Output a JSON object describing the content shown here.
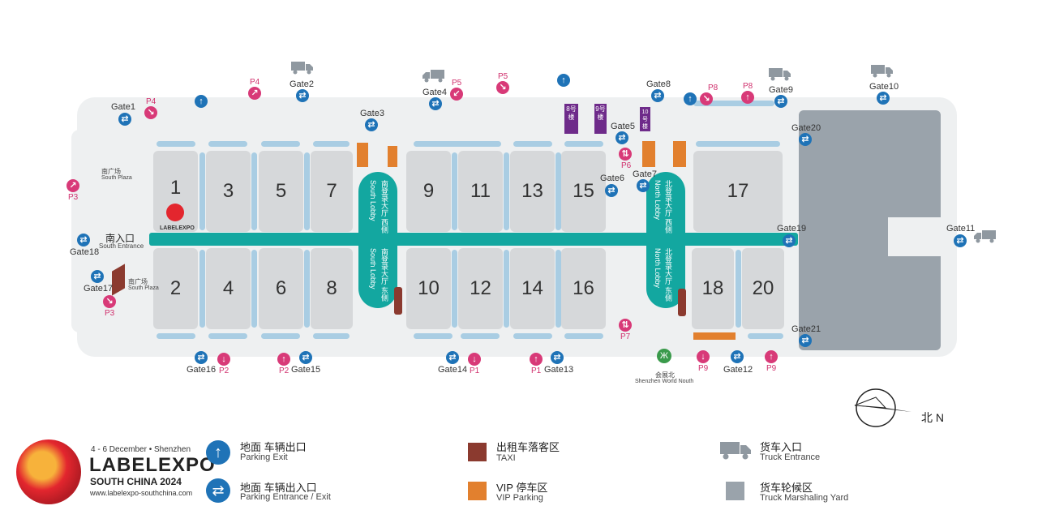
{
  "halls_top": [
    "1",
    "3",
    "5",
    "7",
    "9",
    "11",
    "13",
    "15",
    "17"
  ],
  "halls_bottom": [
    "2",
    "4",
    "6",
    "8",
    "10",
    "12",
    "14",
    "16",
    "18",
    "20"
  ],
  "vip_halls": [
    "8号楼",
    "9号楼",
    "10号楼"
  ],
  "gates": {
    "g1": "Gate1",
    "g2": "Gate2",
    "g3": "Gate3",
    "g4": "Gate4",
    "g5": "Gate5",
    "g6": "Gate6",
    "g7": "Gate7",
    "g8": "Gate8",
    "g9": "Gate9",
    "g10": "Gate10",
    "g11": "Gate11",
    "g12": "Gate12",
    "g13": "Gate13",
    "g14": "Gate14",
    "g15": "Gate15",
    "g16": "Gate16",
    "g17": "Gate17",
    "g18": "Gate18",
    "g19": "Gate19",
    "g20": "Gate20",
    "g21": "Gate21"
  },
  "parking": {
    "p1a": "P1",
    "p1b": "P1",
    "p2a": "P2",
    "p2b": "P2",
    "p3a": "P3",
    "p3b": "P3",
    "p4a": "P4",
    "p4b": "P4",
    "p5a": "P5",
    "p5b": "P5",
    "p6": "P6",
    "p7": "P7",
    "p8a": "P8",
    "p8b": "P8",
    "p9a": "P9",
    "p9b": "P9"
  },
  "places": {
    "south_plaza_cn": "南广场",
    "south_plaza_en": "South Plaza",
    "south_entrance_cn": "南入口",
    "south_entrance_en": "South Entrance",
    "south_lobby_west": "南登录大厅 西侧",
    "south_lobby_east": "南登录大厅 东侧",
    "south_lobby_en": "South Lobby",
    "north_lobby_west": "北登录大厅 西侧",
    "north_lobby_east": "北登录大厅 东侧",
    "north_lobby_en": "North Lobby",
    "metro_cn": "会展北",
    "metro_en": "Shenzhen World Nouth",
    "labelexpo_small": "LABELEXPO",
    "north": "北 N"
  },
  "brand": {
    "dates": "4 - 6 December • Shenzhen",
    "name": "LABELEXPO",
    "sub": "SOUTH CHINA 2024",
    "url": "www.labelexpo-southchina.com"
  },
  "legend": {
    "exit_cn": "地面 车辆出口",
    "exit_en": "Parking Exit",
    "entry_exit_cn": "地面 车辆出入口",
    "entry_exit_en": "Parking Entrance / Exit",
    "taxi_cn": "出租车落客区",
    "taxi_en": "TAXI",
    "vip_cn": "VIP 停车区",
    "vip_en": "VIP Parking",
    "truck_cn": "货车入口",
    "truck_en": "Truck Entrance",
    "yard_cn": "货车轮候区",
    "yard_en": "Truck Marshaling Yard"
  },
  "colors": {
    "hall": "#d6d8da",
    "corridor": "#13a7a0",
    "blue_icon": "#1f73b7",
    "pink_icon": "#d83a78",
    "vip": "#e2802e",
    "taxi": "#8b3a2f",
    "yard": "#9aa3ab",
    "stripe": "#a9cde3",
    "purple": "#6e2b8a"
  }
}
